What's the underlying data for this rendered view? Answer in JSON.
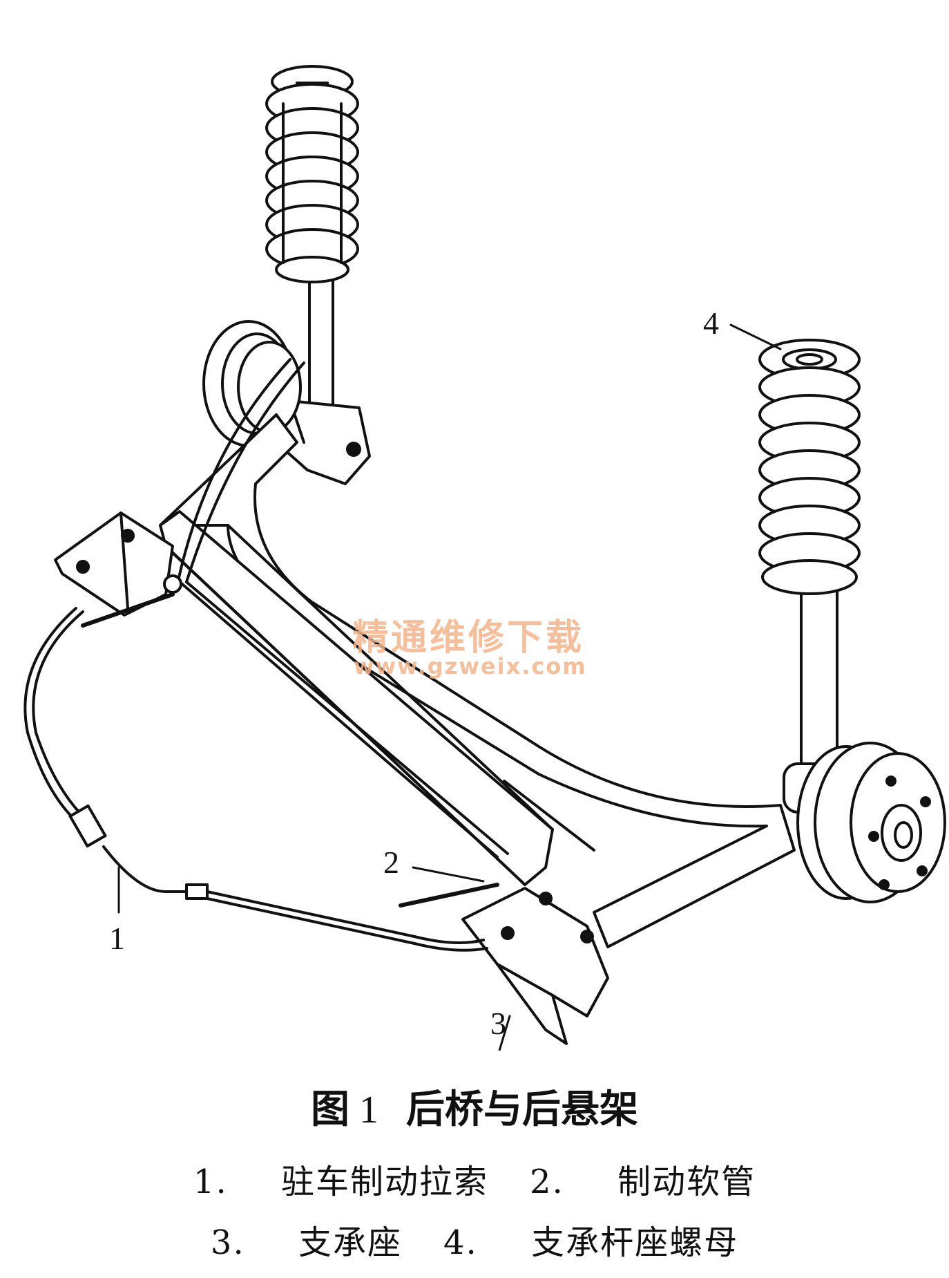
{
  "figure": {
    "title_prefix": "图",
    "title_number": "1",
    "title": "后桥与后悬架",
    "legend": [
      {
        "num": "1.",
        "text": "驻车制动拉索"
      },
      {
        "num": "2.",
        "text": "制动软管"
      },
      {
        "num": "3.",
        "text": "支承座"
      },
      {
        "num": "4.",
        "text": "支承杆座螺母"
      }
    ]
  },
  "callouts": [
    "1",
    "2",
    "3",
    "4"
  ],
  "watermark": {
    "cn": "精通维修下载",
    "url": "www.gzweix.com"
  }
}
